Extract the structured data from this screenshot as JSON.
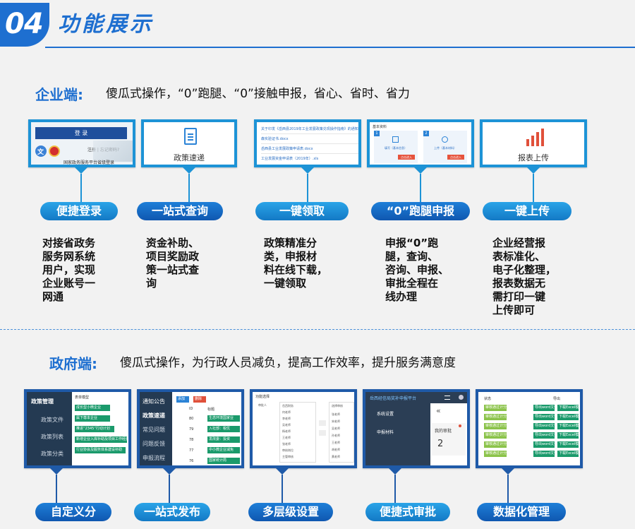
{
  "header": {
    "number": "04",
    "title": "功能展示"
  },
  "enterprise": {
    "label": "企业端:",
    "tagline": "傻瓜式操作，“0”跑腿、“0”接触申报，省心、省时、省力",
    "cards": [
      {
        "pill": "便捷登录",
        "desc": "对接省政务\n服务网系统\n用户，实现\n企业账号一\n网通",
        "login_button": "登 录",
        "register_text": "注册 | 忘记密码?",
        "footer_text": "国家政务服务平台省级登录",
        "seal_text": "文"
      },
      {
        "pill": "一站式查询",
        "desc": "资金补助、\n项目奖励政\n策一站式查\n询",
        "caption": "政策速递"
      },
      {
        "pill": "一键领取",
        "desc": "政策精准分\n类，申报材\n料在线下载，\n一键领取",
        "files": [
          "关于印发《岳西县2019年工业发展政策兑现操作指南》的通知.docx",
          "森实验证书.docx",
          "岳西县工业发展政策申请表.docx",
          "工业发展资金申请表（2019年）.xls"
        ]
      },
      {
        "pill": "“0”跑腿申报",
        "desc": "申报“0”跑\n腿，查询、\n咨询、申报、\n审批全程在\n线办理",
        "panel_title": "基本资料",
        "step1_num": "1",
        "step2_num": "2",
        "step1_label": "填写（基本信息）",
        "step2_label": "上传（基本材料）",
        "btn1": "点击进入",
        "btn2": "点击进入"
      },
      {
        "pill": "一键上传",
        "desc": "企业经营报\n表标准化、\n电子化整理，\n报表数据无\n需打印一键\n上传即可",
        "caption": "报表上传"
      }
    ]
  },
  "government": {
    "label": "政府端:",
    "tagline": "傻瓜式操作，为行政人员减负，提高工作效率，提升服务满意度",
    "cards": [
      {
        "pill": "自定义分",
        "menu_title": "政策管理",
        "menu_items": [
          "政策文件",
          "政策列表",
          "政策分类"
        ],
        "header": "表单模型",
        "rows": [
          "成长型小微企业",
          "属下尊本企业",
          "推进“2345”行动计划",
          "新增企业入库补助及项目工作经费",
          "行业协会及服务体系建设补助"
        ]
      },
      {
        "pill": "一站式发布",
        "menu_items": [
          "通知公告",
          "政策速递",
          "常见问题",
          "问题反馈",
          "申报流程"
        ],
        "btn_add": "添加",
        "btn_delete": "删除",
        "col_id": "ID",
        "col_title": "标题",
        "ids": [
          "80",
          "79",
          "78",
          "77",
          "76"
        ],
        "titles": [
          "生态环境国家业",
          "入社部：税优",
          "发改委：投资",
          "中小微企业减免",
          "国家统计局"
        ]
      },
      {
        "pill": "多层级设置",
        "title": "功能选择",
        "label_left": "审批人",
        "left_items": [
          "岳西财务",
          "何老师",
          "李老师",
          "吴老师",
          "杨老师",
          "王老师",
          "张老师",
          "审核岗位",
          "主管审核"
        ],
        "right_head": "选择审核",
        "right_items": [
          "张老师",
          "宋老师",
          "吴老师",
          "孙老师",
          "王老师",
          "胡老师",
          "黄老师"
        ]
      },
      {
        "pill": "便捷式审批",
        "app_title": "岳西经信局奖补申报平台",
        "nav_items": [
          "系统设置",
          "申报材料"
        ],
        "widget_label": "我的审批",
        "widget_count": "2"
      },
      {
        "pill": "数据化管理",
        "col_status": "状态",
        "col_action": "导出",
        "status_label": "审核通过计分",
        "btn_word": "导出word文件",
        "btn_excel": "下载Excel模板"
      }
    ]
  },
  "colors": {
    "primary": "#1e6fd0",
    "accent": "#1d93d6",
    "dark_nav": "#243a52"
  }
}
